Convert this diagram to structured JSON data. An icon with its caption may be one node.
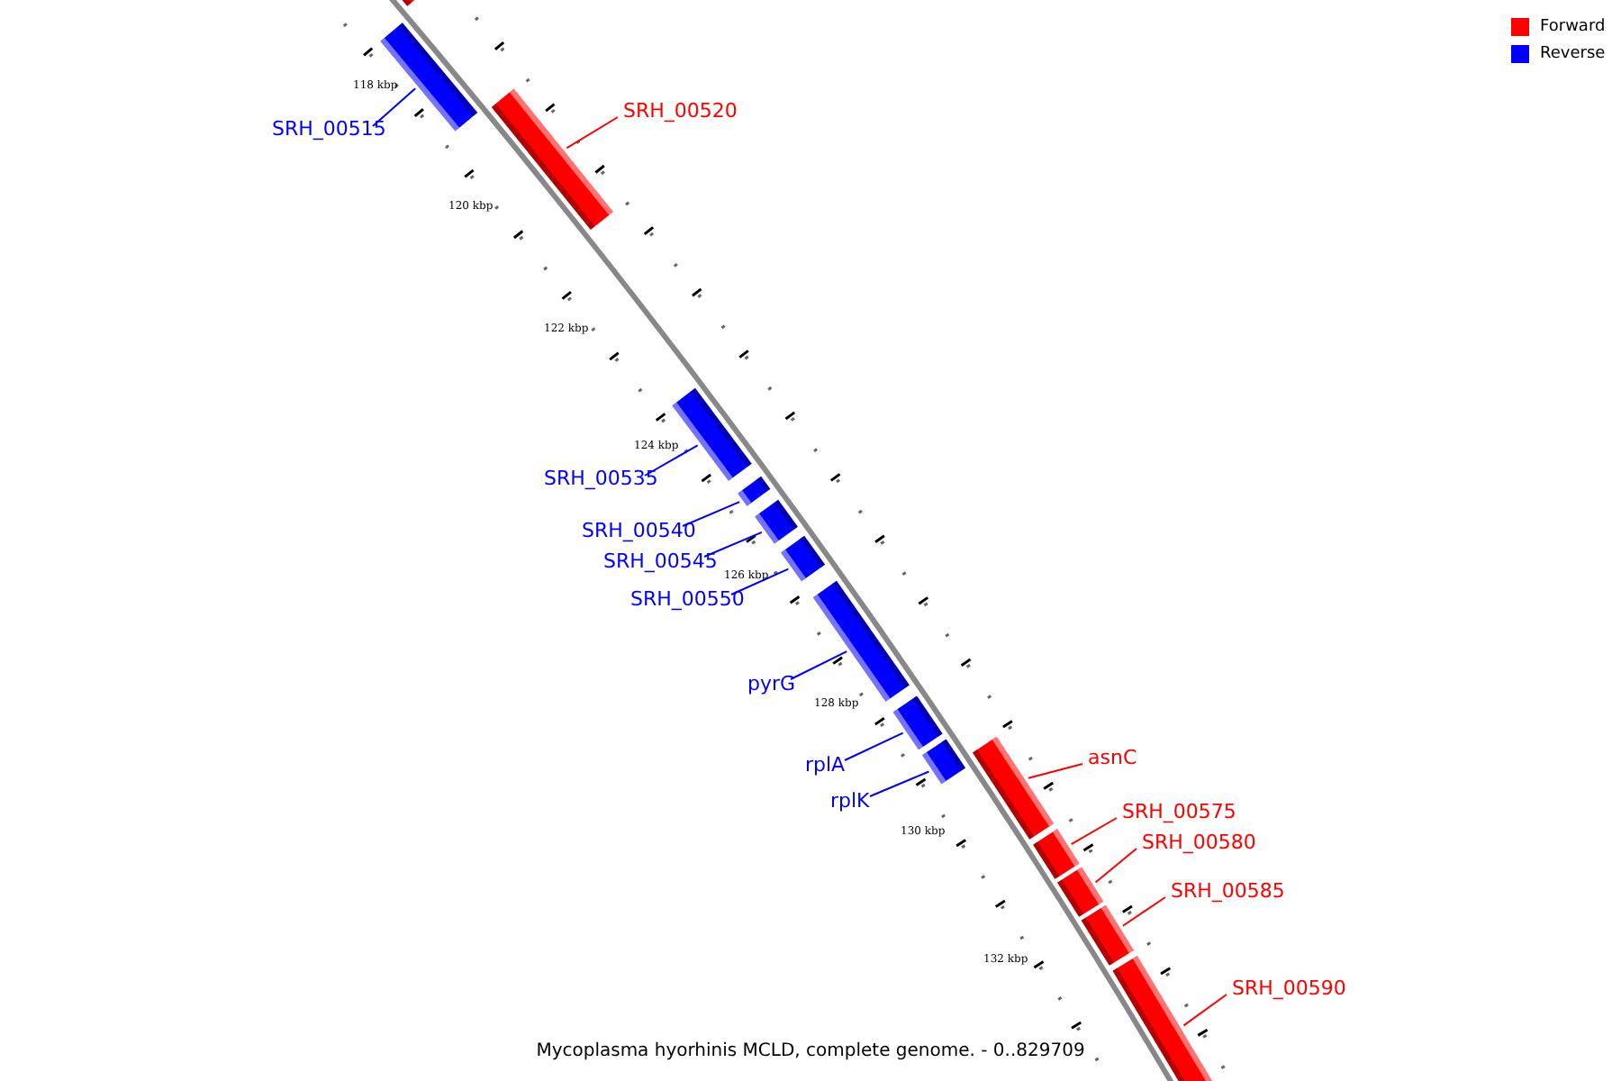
{
  "diagram": {
    "caption": "Mycoplasma hyorhinis MCLD, complete genome. - 0..829709",
    "nodes": [
      {
        "text": [],
        "shape": "bar"
      },
      {
        "text": [
          "SRH_00515"
        ]
      },
      {
        "text": [],
        "shape": "bar"
      },
      {
        "text": [
          "SRH_00520"
        ]
      },
      {
        "text": [],
        "shape": "bar"
      },
      {
        "text": [
          "SRH_00535"
        ]
      },
      {
        "text": [],
        "shape": "bar"
      },
      {
        "text": [
          "SRH_00540"
        ]
      },
      {
        "text": [],
        "shape": "bar"
      },
      {
        "text": [
          "SRH_00545"
        ]
      },
      {
        "text": [],
        "shape": "bar"
      },
      {
        "text": [
          "SRH_00550"
        ]
      },
      {
        "text": [],
        "shape": "bar"
      },
      {
        "text": [
          "pyrG"
        ]
      },
      {
        "text": [],
        "shape": "bar"
      },
      {
        "text": [
          "rplA"
        ]
      },
      {
        "text": [],
        "shape": "bar"
      },
      {
        "text": [
          "rplK"
        ]
      },
      {
        "text": [],
        "shape": "bar"
      },
      {
        "text": [
          "asnC"
        ]
      },
      {
        "text": [],
        "shape": "bar"
      },
      {
        "text": [
          "SRH_00575"
        ]
      },
      {
        "text": [],
        "shape": "bar"
      },
      {
        "text": [
          "SRH_00580"
        ]
      },
      {
        "text": [],
        "shape": "bar"
      },
      {
        "text": [
          "SRH_00585"
        ]
      },
      {
        "text": [],
        "shape": "bar"
      },
      {
        "text": [
          "SRH_00590"
        ]
      },
      {
        "text": [],
        "shape": "bar"
      }
    ],
    "edges": [
      {
        "from": 1,
        "to": 2,
        "arrow": "none"
      },
      {
        "from": 3,
        "to": 4,
        "arrow": "none",
        "color": "#ff0000"
      },
      {
        "from": 5,
        "to": 6,
        "arrow": "none"
      },
      {
        "from": 7,
        "to": 8,
        "arrow": "none"
      },
      {
        "from": 9,
        "to": 10,
        "arrow": "none"
      },
      {
        "from": 11,
        "to": 12,
        "arrow": "none"
      },
      {
        "from": 13,
        "to": 14,
        "arrow": "none"
      },
      {
        "from": 15,
        "to": 16,
        "arrow": "none"
      },
      {
        "from": 17,
        "to": 18,
        "arrow": "none"
      },
      {
        "from": 19,
        "to": 20,
        "arrow": "none",
        "color": "#ff0000"
      },
      {
        "from": 21,
        "to": 22,
        "arrow": "none",
        "color": "#ff0000"
      },
      {
        "from": 23,
        "to": 24,
        "arrow": "none",
        "color": "#ff0000"
      },
      {
        "from": 25,
        "to": 26,
        "arrow": "none",
        "color": "#ff0000"
      },
      {
        "from": 27,
        "to": 28,
        "arrow": "none",
        "color": "#ff0000"
      }
    ],
    "labels": [
      "118 kbp",
      "120 kbp",
      "122 kbp",
      "124 kbp",
      "126 kbp",
      "128 kbp",
      "130 kbp",
      "132 kbp"
    ],
    "legend": [
      {
        "text": "Forward",
        "color": "#ff0000"
      },
      {
        "text": "Reverse",
        "color": "#0000ff"
      }
    ]
  }
}
